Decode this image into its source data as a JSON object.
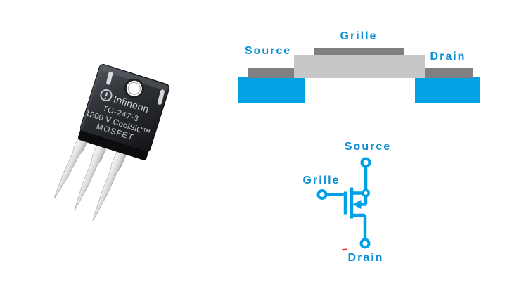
{
  "colors": {
    "diagram_blue": "#00A2E5",
    "label_blue": "#0D8FD3",
    "contact_gray": "#808082",
    "oxide_gray": "#C7C7C9",
    "schematic_blue": "#00A0E6",
    "marker_red": "#E8231E",
    "package_black": "#1A1C1F",
    "lead_silver": "#D9DADC"
  },
  "package": {
    "brand": "Infineon",
    "line1": "TO-247-3",
    "line2": "1200 V CoolSiC™",
    "line3": "MOSFET"
  },
  "cross_section": {
    "source_label": "Source",
    "gate_label": "Grille",
    "drain_label": "Drain"
  },
  "schematic": {
    "source_label": "Source",
    "gate_label": "Grille",
    "drain_label": "Drain"
  }
}
